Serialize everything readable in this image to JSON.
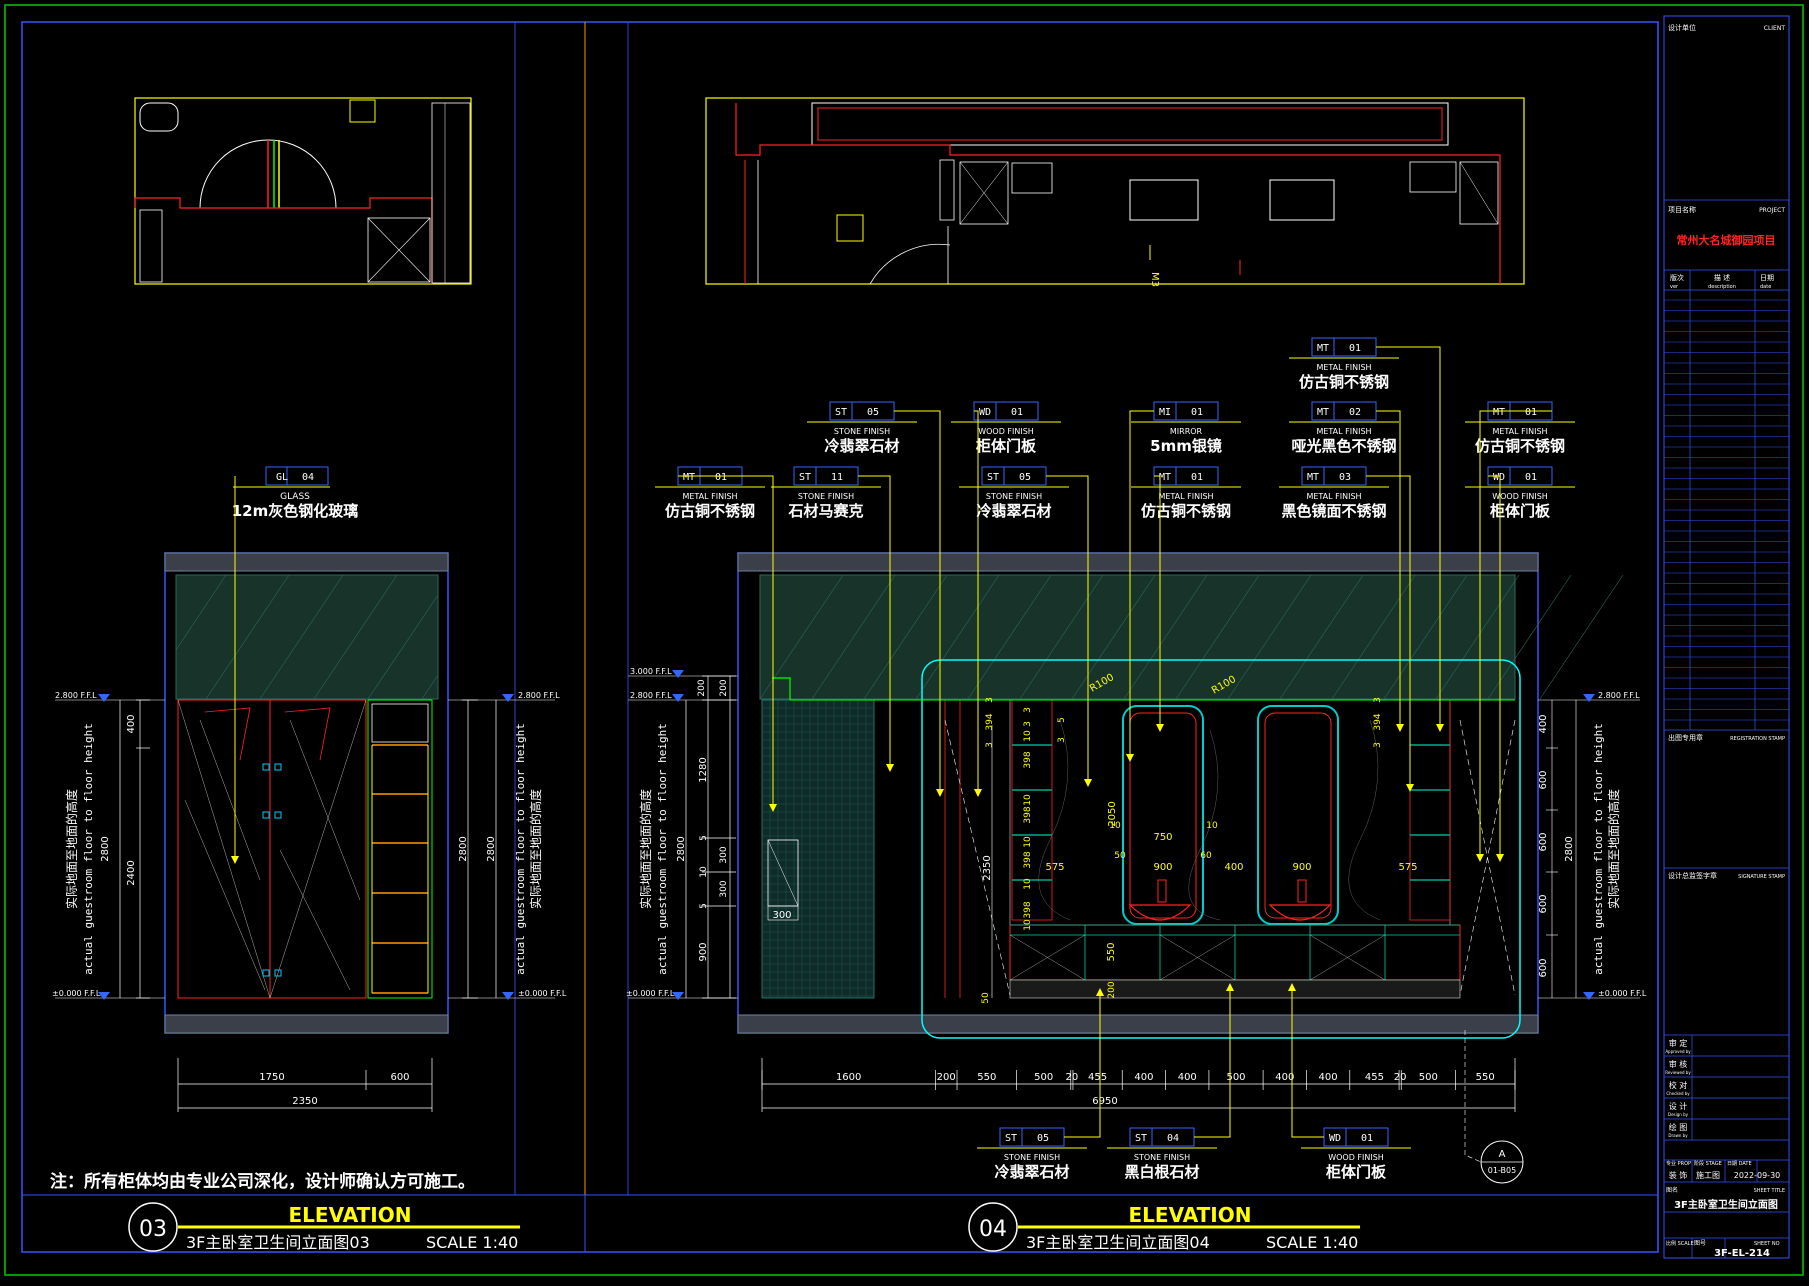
{
  "colors": {
    "background": "#000000",
    "border": "#00cc00",
    "frame": "#3355ff",
    "yellow": "#ffff00",
    "white": "#ffffff",
    "red": "#ff2222",
    "cyan": "#00ffff",
    "green": "#00ff00",
    "orange": "#ff9900",
    "mirror": "#00cccc",
    "tag_border": "#3366ff"
  },
  "elevation03": {
    "tag": {
      "code": "GL",
      "num": "04",
      "finish": "GLASS",
      "name": "12m灰色钢化玻璃"
    },
    "levels": {
      "top": "2.800 F.F.L",
      "bottom": "±0.000 F.F.L"
    },
    "dims_left": [
      "400",
      "2400"
    ],
    "dims_total": "2800",
    "side_left_cn": "实际地面至地面的高度",
    "side_left_en": "actual guestroom floor to floor height",
    "side_right_en": "actual guestroom floor to floor height",
    "side_right_cn": "实际地面至地面的高度",
    "dims_bottom": [
      "1750",
      "600"
    ],
    "dim_bottom_total": "2350",
    "title_num": "03",
    "title_word": "ELEVATION",
    "title_name": "3F主卧室卫生间立面图03",
    "title_scale": "SCALE 1:40"
  },
  "elevation04": {
    "tags_top": [
      {
        "code": "MT",
        "num": "01",
        "finish": "METAL FINISH",
        "name": "仿古铜不锈钢"
      },
      {
        "code": "ST",
        "num": "11",
        "finish": "STONE FINISH",
        "name": "石材马赛克"
      },
      {
        "code": "ST",
        "num": "05",
        "finish": "STONE FINISH",
        "name": "冷翡翠石材"
      },
      {
        "code": "WD",
        "num": "01",
        "finish": "WOOD FINISH",
        "name": "柜体门板"
      },
      {
        "code": "ST",
        "num": "05",
        "finish": "STONE FINISH",
        "name": "冷翡翠石材"
      },
      {
        "code": "MI",
        "num": "01",
        "finish": "MIRROR",
        "name": "5mm银镜"
      },
      {
        "code": "MT",
        "num": "01",
        "finish": "METAL FINISH",
        "name": "仿古铜不锈钢"
      },
      {
        "code": "MT",
        "num": "01",
        "finish": "METAL FINISH",
        "name": "仿古铜不锈钢"
      },
      {
        "code": "MT",
        "num": "02",
        "finish": "METAL FINISH",
        "name": "哑光黑色不锈钢"
      },
      {
        "code": "MT",
        "num": "03",
        "finish": "METAL FINISH",
        "name": "黑色镜面不锈钢"
      },
      {
        "code": "MT",
        "num": "01",
        "finish": "METAL FINISH",
        "name": "仿古铜不锈钢"
      },
      {
        "code": "WD",
        "num": "01",
        "finish": "WOOD FINISH",
        "name": "柜体门板"
      }
    ],
    "tags_bottom": [
      {
        "code": "ST",
        "num": "05",
        "finish": "STONE FINISH",
        "name": "冷翡翠石材"
      },
      {
        "code": "ST",
        "num": "04",
        "finish": "STONE FINISH",
        "name": "黑白根石材"
      },
      {
        "code": "WD",
        "num": "01",
        "finish": "WOOD FINISH",
        "name": "柜体门板"
      }
    ],
    "levels": {
      "top3000": "3.000 F.F.L",
      "top": "2.800 F.F.L",
      "bottom": "±0.000 F.F.L",
      "right_top": "2.800 F.F.L",
      "right_bottom": "±0.000 F.F.L"
    },
    "dims_left": [
      "200",
      "200",
      "1280",
      "5",
      "300",
      "10",
      "300",
      "5",
      "900"
    ],
    "dim_left_total": "2800",
    "dim_inner": "2350",
    "dims_right": [
      "400",
      "600",
      "600",
      "600",
      "600"
    ],
    "dim_right_total": "2800",
    "side_left_cn": "实际地面至地面的高度",
    "side_left_en": "actual guestroom floor to floor height",
    "side_right_en": "actual guestroom floor to floor height",
    "side_right_cn": "实际地面至地面的高度",
    "inner_dims": {
      "r1": "R100",
      "r2": "R100",
      "h2050": "2050",
      "w750": "750",
      "w575a": "575",
      "w900a": "900",
      "w400": "400",
      "w900b": "900",
      "w575b": "575",
      "d10a": "10",
      "d10b": "10",
      "d50": "50",
      "d60": "60",
      "d550": "550",
      "d200": "200",
      "d50b": "50",
      "d300": "300",
      "col_a": [
        "3",
        "3",
        "10",
        "398",
        "10",
        "398",
        "10",
        "398",
        "10",
        "398",
        "10"
      ],
      "col_b": [
        "3",
        "394",
        "3"
      ],
      "col_c": [
        "3",
        "394",
        "3"
      ],
      "col_d": [
        "5",
        "3"
      ]
    },
    "dims_bottom": [
      "1600",
      "200",
      "550",
      "500",
      "20",
      "455",
      "400",
      "400",
      "500",
      "400",
      "400",
      "455",
      "20",
      "500",
      "550"
    ],
    "dim_bottom_total": "6950",
    "callout": {
      "letter": "A",
      "ref": "01-B05"
    },
    "title_num": "04",
    "title_word": "ELEVATION",
    "title_name": "3F主卧室卫生间立面图04",
    "title_scale": "SCALE 1:40"
  },
  "note": "注：所有柜体均由专业公司深化，设计师确认方可施工。",
  "plan_labels": {
    "mark": "M3"
  },
  "title_block": {
    "design_unit_cn": "设计单位",
    "client_en": "CLIENT",
    "project_cn": "项目名称",
    "project_en": "PROJECT",
    "project_name": "常州大名城御园项目",
    "rev_cn": "版次",
    "rev_en": "ver",
    "desc_cn": "描 述",
    "desc_en": "description",
    "date_cn": "日期",
    "date_en": "date",
    "reg_stamp_cn": "出图专用章",
    "reg_stamp_en": "REGISTRATION STAMP",
    "sig_stamp_cn": "设计总监签字章",
    "sig_stamp_en": "SIGNATURE STAMP",
    "approved_cn": "审 定",
    "approved_en": "Approved by",
    "reviewed_cn": "审 核",
    "reviewed_en": "Reviewed by",
    "checked_cn": "校 对",
    "checked_en": "Checked by",
    "designed_cn": "设 计",
    "designed_en": "Design by",
    "drawn_cn": "绘 图",
    "drawn_en": "Drawn by",
    "prop_label": "专业 PROP",
    "prop_value": "装 饰",
    "stage_label": "阶段 STAGE",
    "stage_value": "施工图",
    "date_label": "日期 DATE",
    "date_value": "2022-09-30",
    "title_label": "图名",
    "title_label_en": "SHEET TITLE",
    "sheet_title": "3F主卧室卫生间立面图",
    "scale_label": "比例 SCALE",
    "no_label": "图号",
    "no_label_en": "SHEET NO",
    "sheet_no": "3F-EL-214"
  }
}
